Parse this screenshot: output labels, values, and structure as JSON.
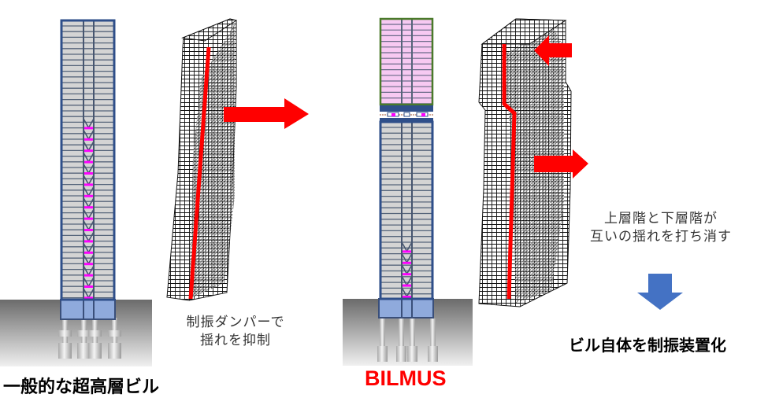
{
  "colors": {
    "frame_blue": "#2f4f8a",
    "floor_gray": "#d4d4d4",
    "floor_line": "#56657a",
    "damper_magenta": "#ff00ff",
    "upper_pink": "#f7c9f2",
    "upper_frame_green": "#4a7a2a",
    "basement_blue": "#8faadc",
    "force_red": "#ff0000",
    "down_arrow_blue": "#4472c4"
  },
  "panels": [
    {
      "id": "conventional",
      "title": "一般的な超高層ビル",
      "model_caption_line1": "制振ダンパーで",
      "model_caption_line2": "揺れを抑制"
    },
    {
      "id": "bilmus",
      "title": "BILMUS",
      "model_caption_line1": "上層階と下層階が",
      "model_caption_line2": "互いの揺れを打ち消す",
      "conclusion": "ビル自体を制振装置化"
    }
  ],
  "icons": {
    "force_arrow_right": "right-arrow",
    "force_arrow_left": "left-arrow",
    "result_arrow_down": "down-arrow"
  }
}
